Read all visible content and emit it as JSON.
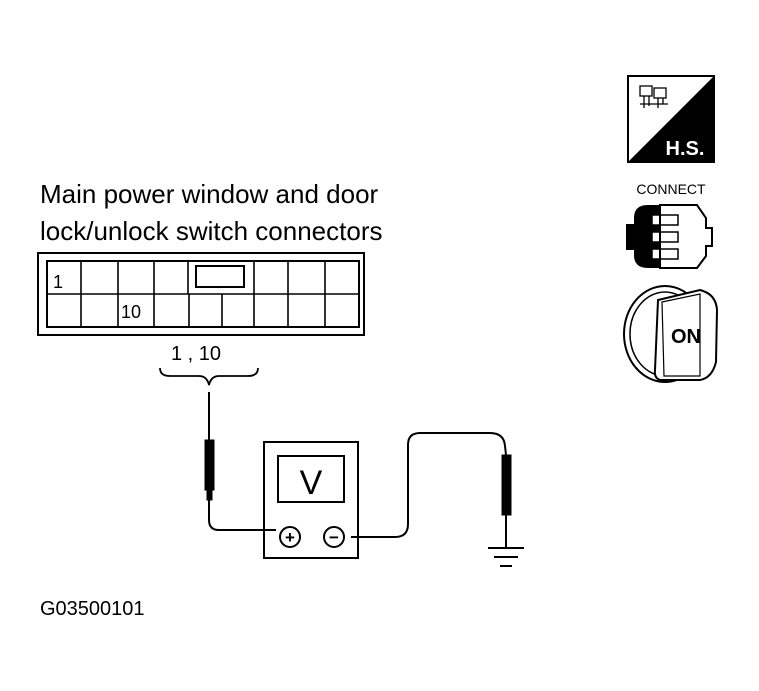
{
  "title": {
    "line1": "Main power window and door",
    "line2": "lock/unlock switch connectors"
  },
  "connector": {
    "pin_a": "1",
    "pin_b": "10",
    "probe_label": "1 , 10"
  },
  "meter": {
    "display": "V",
    "plus": "+",
    "minus": "−"
  },
  "icons": {
    "hs_label": "H.S.",
    "connect_label": "CONNECT",
    "on_label": "ON"
  },
  "figure_code": "G03500101"
}
